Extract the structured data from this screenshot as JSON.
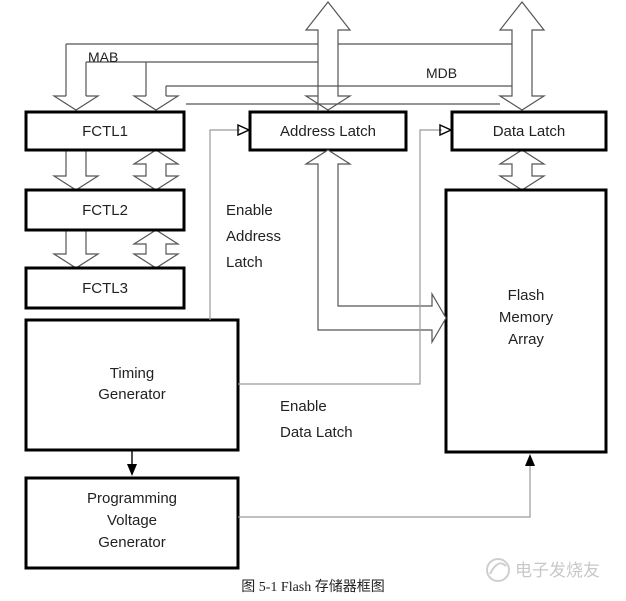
{
  "blocks": {
    "fctl1": "FCTL1",
    "fctl2": "FCTL2",
    "fctl3": "FCTL3",
    "address_latch": "Address Latch",
    "data_latch": "Data Latch",
    "timing_generator": [
      "Timing",
      "Generator"
    ],
    "programming_voltage_generator": [
      "Programming",
      "Voltage",
      "Generator"
    ],
    "flash_memory_array": [
      "Flash",
      "Memory",
      "Array"
    ]
  },
  "bus_labels": {
    "mab": "MAB",
    "mdb": "MDB"
  },
  "signal_labels": {
    "enable_address_latch": [
      "Enable",
      "Address",
      "Latch"
    ],
    "enable_data_latch": [
      "Enable",
      "Data Latch"
    ]
  },
  "caption": "图 5-1   Flash 存储器框图",
  "watermark": "电子发烧友"
}
